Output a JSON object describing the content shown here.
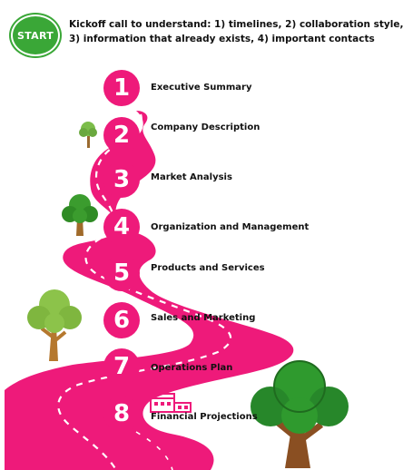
{
  "start": {
    "label": "START",
    "color": "#3aa737"
  },
  "kickoff_lines": [
    "Kickoff call to understand: 1) timelines, 2) collaboration style,",
    "3) information that already exists, 4) important contacts"
  ],
  "road_color": "#ee1a7a",
  "steps": [
    {
      "number": "1",
      "label": "Executive Summary"
    },
    {
      "number": "2",
      "label": "Company Description"
    },
    {
      "number": "3",
      "label": "Market Analysis"
    },
    {
      "number": "4",
      "label": "Organization and Management"
    },
    {
      "number": "5",
      "label": "Products and Services"
    },
    {
      "number": "6",
      "label": "Sales and Marketing"
    },
    {
      "number": "7",
      "label": "Operations Plan"
    },
    {
      "number": "8",
      "label": "Financial Projections"
    }
  ],
  "decorations": [
    "tree-icon",
    "tree-icon",
    "tree-icon",
    "tree-icon",
    "factory-icon"
  ]
}
